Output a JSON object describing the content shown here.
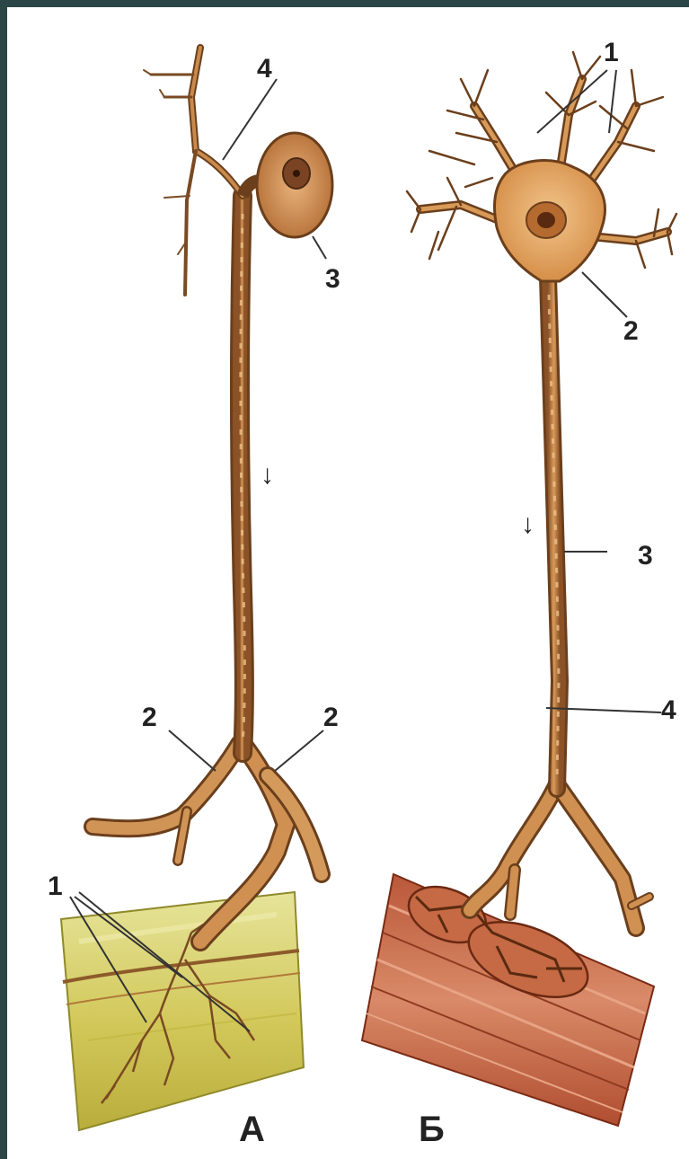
{
  "figure": {
    "panel_a": {
      "panel_label": "А",
      "labels": {
        "receptor_endings": "1",
        "axon_branch_left": "2",
        "axon_branch_right": "2",
        "cell_body": "3",
        "dendrite_branch": "4"
      },
      "impulse_mark": "↓"
    },
    "panel_b": {
      "panel_label": "Б",
      "labels": {
        "dendrites": "1",
        "cell_body": "2",
        "axon": "3",
        "motor_ending": "4"
      },
      "impulse_mark": "↓"
    }
  },
  "colors": {
    "background": "#2c4648",
    "paper": "#ffffff",
    "neuron_fill": "#c8884a",
    "neuron_stroke": "#6b3f1c",
    "skin_fill": "#d9d36a",
    "muscle_fill": "#c46a45"
  }
}
